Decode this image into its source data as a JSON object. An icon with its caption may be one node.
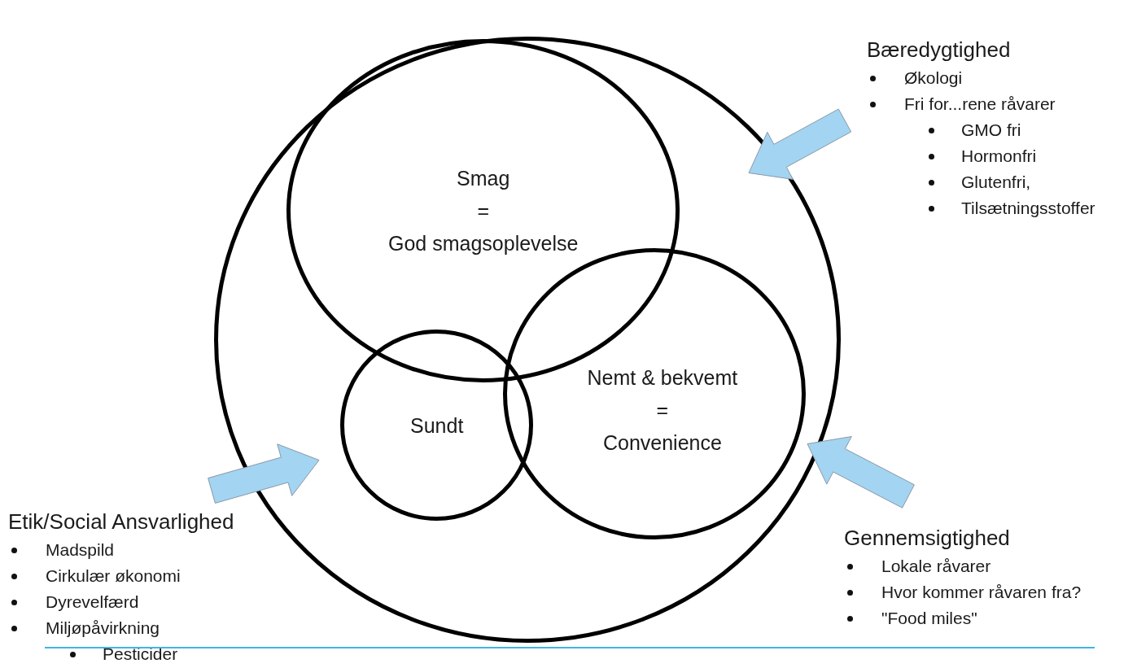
{
  "diagram": {
    "nodes": [
      {
        "text": [],
        "shape": "circle"
      },
      {
        "text": [
          "Smag = God smagsoplevelse"
        ],
        "in": 0
      },
      {
        "text": [
          "Sundt"
        ],
        "in": 0
      },
      {
        "text": [
          "Nemt & bekvemt = Convenience"
        ],
        "in": 0
      },
      {
        "text": [
          "Bæredygtighed",
          "Økologi",
          "Fri for...rene råvarer",
          "GMO fri",
          "Hormonfri",
          "Glutenfri,",
          "Tilsætningsstoffer"
        ]
      },
      {
        "text": [
          "Etik/Social Ansvarlighed",
          "Madspild",
          "Cirkulær økonomi",
          "Dyrevelfærd",
          "Miljøpåvirkning",
          "Pesticider"
        ]
      },
      {
        "text": [
          "Gennemsigtighed",
          "Lokale råvarer",
          "Hvor kommer råvaren fra?",
          "\"Food miles\""
        ]
      }
    ],
    "edges": [
      {
        "from": 4,
        "to": 0,
        "arrow": "to"
      },
      {
        "from": 5,
        "to": 0,
        "arrow": "to"
      },
      {
        "from": 6,
        "to": 0,
        "arrow": "to"
      }
    ]
  }
}
